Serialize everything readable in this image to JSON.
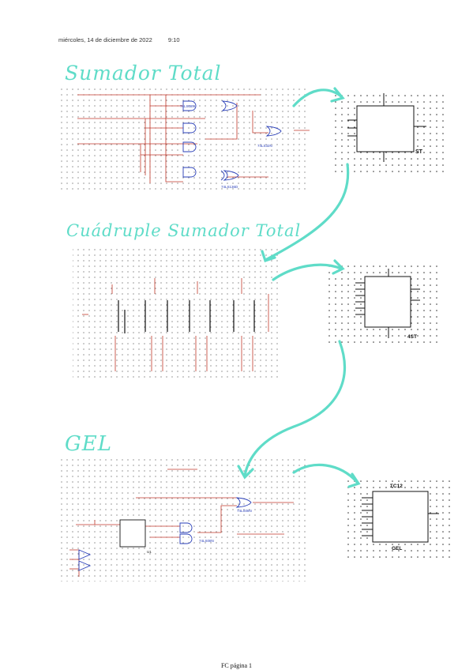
{
  "header": {
    "date": "miércoles, 14 de diciembre de 2022",
    "time": "9:10"
  },
  "sections": [
    {
      "title": "Sumador Total",
      "chip_labels": [
        "74LS08N",
        "74LS32N",
        "74LS136D"
      ],
      "block_label": "ST"
    },
    {
      "title": "Cuádruple Sumador Total",
      "block_label": "4ST"
    },
    {
      "title": "GEL",
      "chip_labels": [
        "74LS08N",
        "74LS08N",
        "U1"
      ],
      "block_label": "GEL",
      "block_top_label": "ΣC12"
    }
  ],
  "footer": {
    "page": "FC página 1"
  },
  "colors": {
    "accent": "#5fdcc8",
    "wire_red": "#c0392b",
    "chip_blue": "#2a3fb8"
  }
}
